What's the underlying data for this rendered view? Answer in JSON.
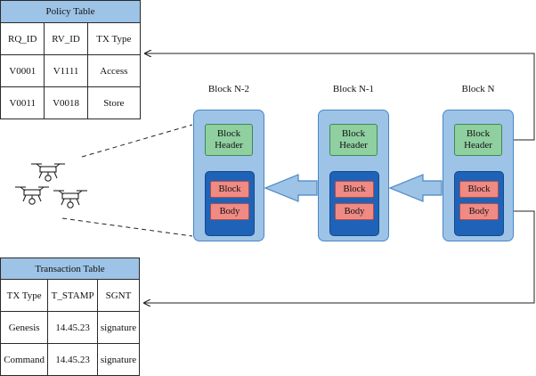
{
  "policy_table": {
    "title": "Policy Table",
    "headers": [
      "RQ_ID",
      "RV_ID",
      "TX Type"
    ],
    "rows": [
      [
        "V0001",
        "V1111",
        "Access"
      ],
      [
        "V0011",
        "V0018",
        "Store"
      ]
    ]
  },
  "transaction_table": {
    "title": "Transaction Table",
    "headers": [
      "TX Type",
      "T_STAMP",
      "SGNT"
    ],
    "rows": [
      [
        "Genesis",
        "14.45.23",
        "signature"
      ],
      [
        "Command",
        "14.45.23",
        "signature"
      ]
    ]
  },
  "blocks": [
    {
      "label": "Block N-2",
      "header": [
        "Block",
        "Header"
      ],
      "body": [
        "Block",
        "Body"
      ]
    },
    {
      "label": "Block N-1",
      "header": [
        "Block",
        "Header"
      ],
      "body": [
        "Block",
        "Body"
      ]
    },
    {
      "label": "Block N",
      "header": [
        "Block",
        "Header"
      ],
      "body": [
        "Block",
        "Body"
      ]
    }
  ],
  "colors": {
    "table_header": "#9dc3e6",
    "block_bg": "#9dc3e6",
    "block_header": "#8fcfa0",
    "block_body": "#1f63b8",
    "body_item": "#ef8a84"
  },
  "icons": [
    "drone-icon",
    "drone-icon",
    "drone-icon"
  ]
}
